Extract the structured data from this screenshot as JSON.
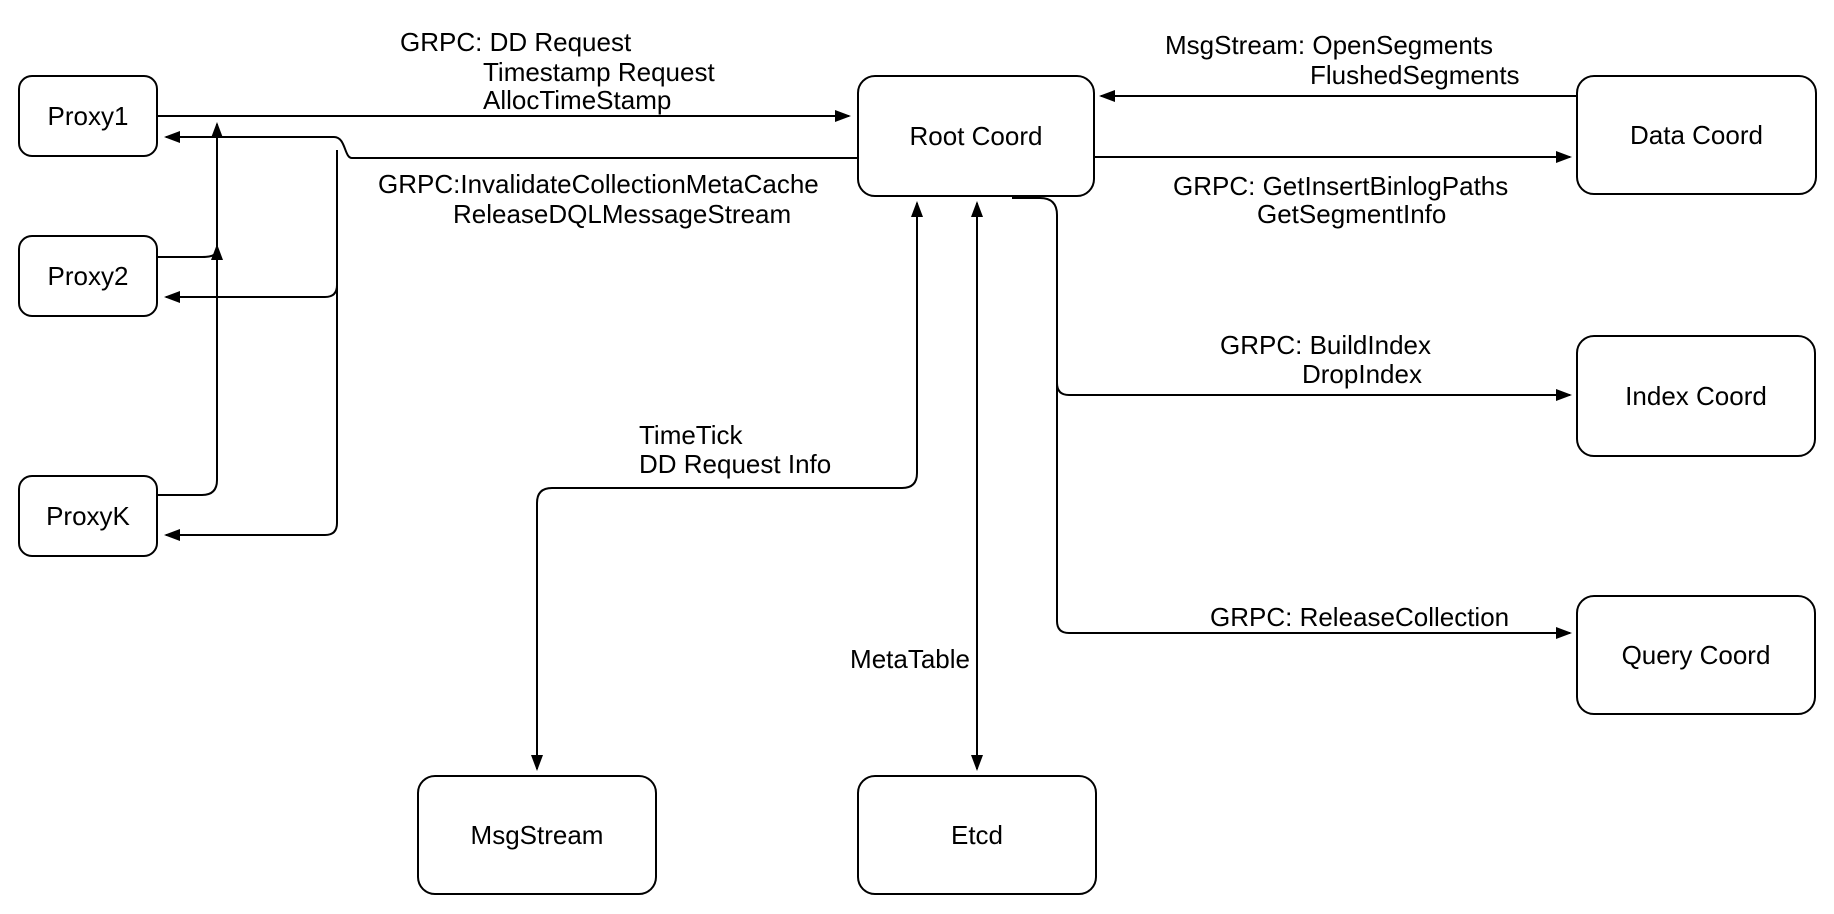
{
  "diagram": {
    "nodes": {
      "proxy1": {
        "label": "Proxy1"
      },
      "proxy2": {
        "label": "Proxy2"
      },
      "proxyk": {
        "label": "ProxyK"
      },
      "root_coord": {
        "label": "Root Coord"
      },
      "data_coord": {
        "label": "Data Coord"
      },
      "index_coord": {
        "label": "Index Coord"
      },
      "query_coord": {
        "label": "Query Coord"
      },
      "msgstream": {
        "label": "MsgStream"
      },
      "etcd": {
        "label": "Etcd"
      }
    },
    "edge_labels": {
      "proxy_to_root": {
        "line1": "GRPC: DD Request",
        "line2": "Timestamp Request",
        "line3": "AllocTimeStamp"
      },
      "root_to_proxy": {
        "line1": "GRPC:InvalidateCollectionMetaCache",
        "line2": "ReleaseDQLMessageStream"
      },
      "data_to_root": {
        "line1": "MsgStream: OpenSegments",
        "line2": "FlushedSegments"
      },
      "root_to_data": {
        "line1": "GRPC: GetInsertBinlogPaths",
        "line2": "GetSegmentInfo"
      },
      "root_to_index": {
        "line1": "GRPC: BuildIndex",
        "line2": "DropIndex"
      },
      "root_to_query": {
        "line1": "GRPC: ReleaseCollection"
      },
      "root_to_msgstream": {
        "line1": "TimeTick",
        "line2": "DD Request Info"
      },
      "root_to_etcd": {
        "line1": "MetaTable"
      }
    },
    "colors": {
      "stroke": "#000000",
      "node_fill": "#ffffff",
      "background": "#ffffff"
    }
  }
}
